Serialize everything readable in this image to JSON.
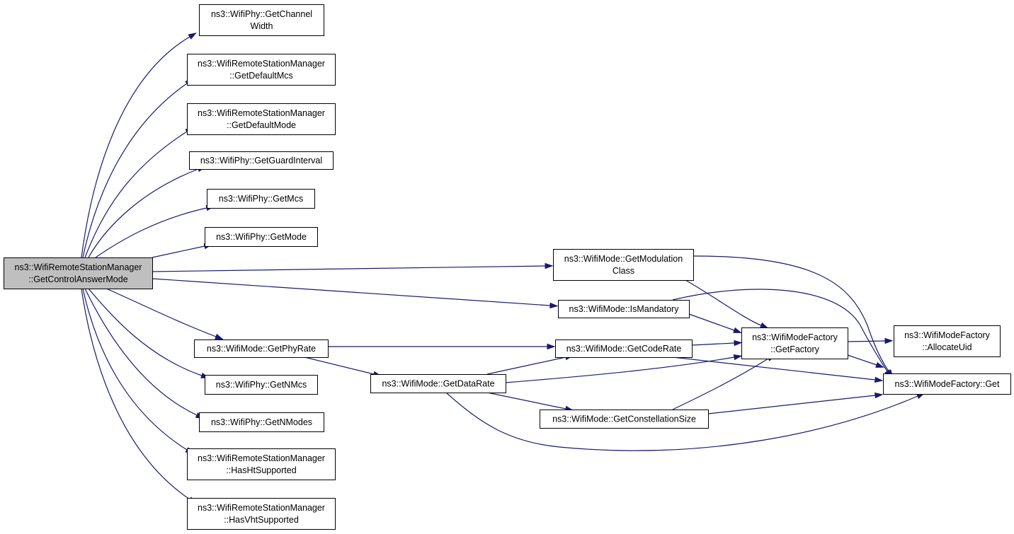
{
  "diagram": {
    "type": "call-graph",
    "colors": {
      "edge": "#191970",
      "root_fill": "#bfbfbf",
      "node_fill": "#ffffff",
      "border": "#000000"
    },
    "root": "n_root",
    "nodes": [
      {
        "id": "n_root",
        "lines": [
          "ns3::WifiRemoteStationManager",
          "::GetControlAnswerMode"
        ]
      },
      {
        "id": "n_chw",
        "lines": [
          "ns3::WifiPhy::GetChannel",
          "Width"
        ]
      },
      {
        "id": "n_defmcs",
        "lines": [
          "ns3::WifiRemoteStationManager",
          "::GetDefaultMcs"
        ]
      },
      {
        "id": "n_defmode",
        "lines": [
          "ns3::WifiRemoteStationManager",
          "::GetDefaultMode"
        ]
      },
      {
        "id": "n_gi",
        "lines": [
          "ns3::WifiPhy::GetGuardInterval"
        ]
      },
      {
        "id": "n_getmcs",
        "lines": [
          "ns3::WifiPhy::GetMcs"
        ]
      },
      {
        "id": "n_getmode",
        "lines": [
          "ns3::WifiPhy::GetMode"
        ]
      },
      {
        "id": "n_modclass",
        "lines": [
          "ns3::WifiMode::GetModulation",
          "Class"
        ]
      },
      {
        "id": "n_ismand",
        "lines": [
          "ns3::WifiMode::IsMandatory"
        ]
      },
      {
        "id": "n_phyrate",
        "lines": [
          "ns3::WifiMode::GetPhyRate"
        ]
      },
      {
        "id": "n_coderate",
        "lines": [
          "ns3::WifiMode::GetCodeRate"
        ]
      },
      {
        "id": "n_factory",
        "lines": [
          "ns3::WifiModeFactory",
          "::GetFactory"
        ]
      },
      {
        "id": "n_alloc",
        "lines": [
          "ns3::WifiModeFactory",
          "::AllocateUid"
        ]
      },
      {
        "id": "n_datarate",
        "lines": [
          "ns3::WifiMode::GetDataRate"
        ]
      },
      {
        "id": "n_get",
        "lines": [
          "ns3::WifiModeFactory::Get"
        ]
      },
      {
        "id": "n_constsize",
        "lines": [
          "ns3::WifiMode::GetConstellationSize"
        ]
      },
      {
        "id": "n_nmcs",
        "lines": [
          "ns3::WifiPhy::GetNMcs"
        ]
      },
      {
        "id": "n_nmodes",
        "lines": [
          "ns3::WifiPhy::GetNModes"
        ]
      },
      {
        "id": "n_ht",
        "lines": [
          "ns3::WifiRemoteStationManager",
          "::HasHtSupported"
        ]
      },
      {
        "id": "n_vht",
        "lines": [
          "ns3::WifiRemoteStationManager",
          "::HasVhtSupported"
        ]
      }
    ],
    "edges": [
      {
        "from": "n_root",
        "to": "n_chw"
      },
      {
        "from": "n_root",
        "to": "n_defmcs"
      },
      {
        "from": "n_root",
        "to": "n_defmode"
      },
      {
        "from": "n_root",
        "to": "n_gi"
      },
      {
        "from": "n_root",
        "to": "n_getmcs"
      },
      {
        "from": "n_root",
        "to": "n_getmode"
      },
      {
        "from": "n_root",
        "to": "n_modclass"
      },
      {
        "from": "n_root",
        "to": "n_ismand"
      },
      {
        "from": "n_root",
        "to": "n_phyrate"
      },
      {
        "from": "n_root",
        "to": "n_nmcs"
      },
      {
        "from": "n_root",
        "to": "n_nmodes"
      },
      {
        "from": "n_root",
        "to": "n_ht"
      },
      {
        "from": "n_root",
        "to": "n_vht"
      },
      {
        "from": "n_modclass",
        "to": "n_factory"
      },
      {
        "from": "n_modclass",
        "to": "n_get"
      },
      {
        "from": "n_ismand",
        "to": "n_factory"
      },
      {
        "from": "n_ismand",
        "to": "n_get"
      },
      {
        "from": "n_phyrate",
        "to": "n_coderate"
      },
      {
        "from": "n_phyrate",
        "to": "n_datarate"
      },
      {
        "from": "n_coderate",
        "to": "n_factory"
      },
      {
        "from": "n_coderate",
        "to": "n_get"
      },
      {
        "from": "n_datarate",
        "to": "n_coderate"
      },
      {
        "from": "n_datarate",
        "to": "n_factory"
      },
      {
        "from": "n_datarate",
        "to": "n_constsize"
      },
      {
        "from": "n_datarate",
        "to": "n_get"
      },
      {
        "from": "n_constsize",
        "to": "n_factory"
      },
      {
        "from": "n_constsize",
        "to": "n_get"
      },
      {
        "from": "n_factory",
        "to": "n_alloc"
      },
      {
        "from": "n_factory",
        "to": "n_get"
      }
    ]
  }
}
